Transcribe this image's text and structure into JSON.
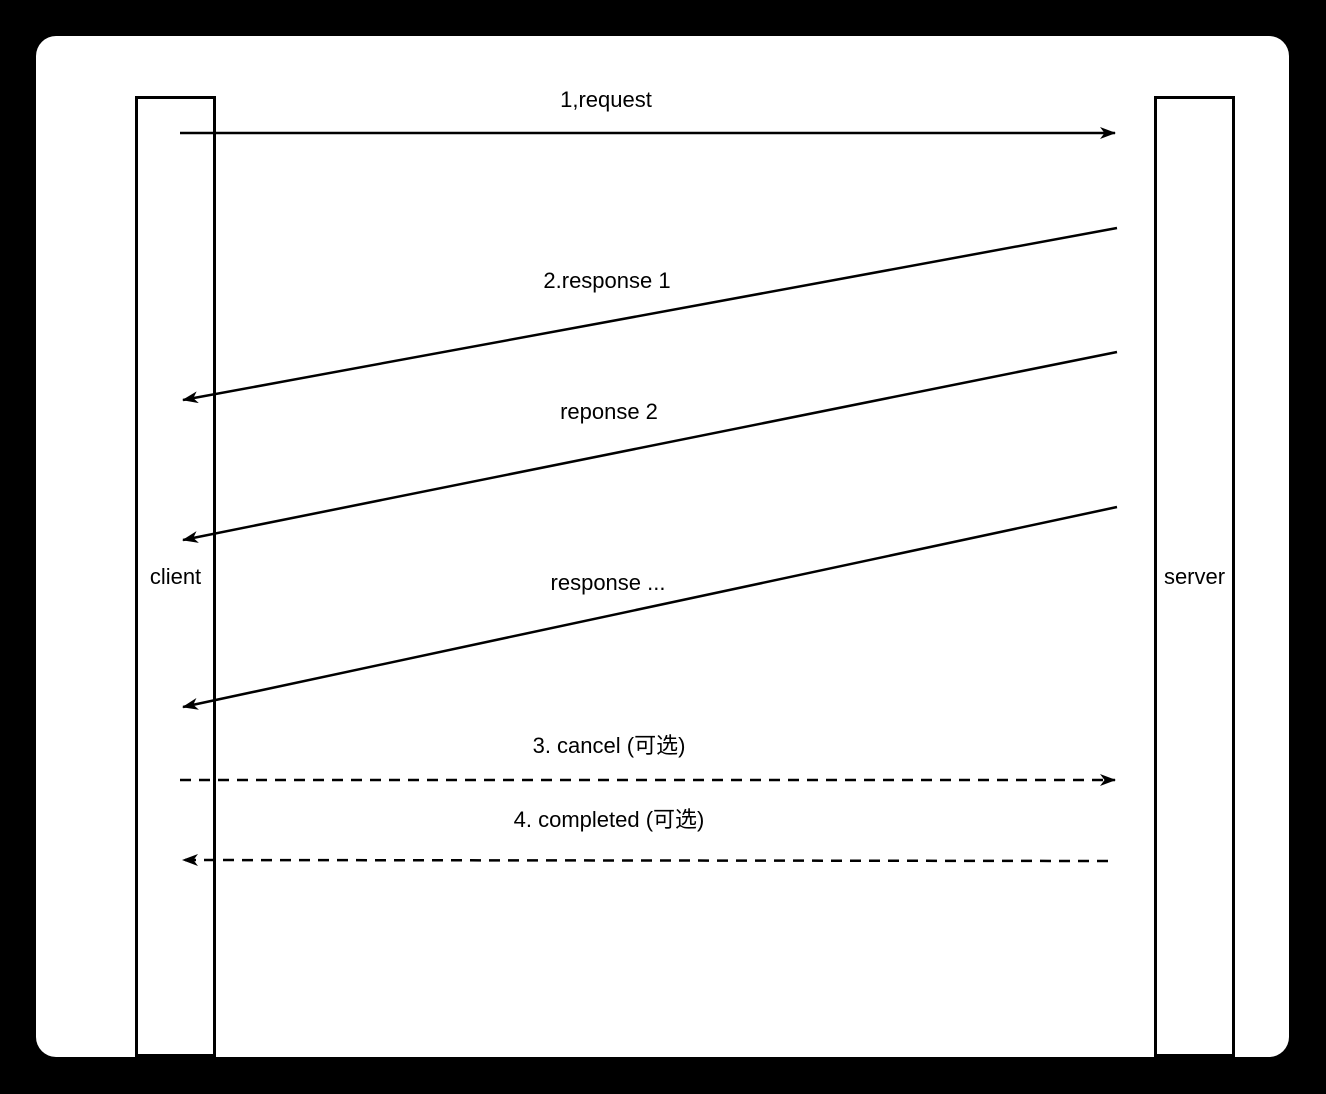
{
  "diagram": {
    "type": "sequence-diagram",
    "colors": {
      "page_background": "#000000",
      "canvas_background": "#ffffff",
      "stroke": "#000000",
      "text": "#000000"
    },
    "lifelines": [
      {
        "label": "client"
      },
      {
        "label": "server"
      }
    ],
    "messages": [
      {
        "label": "1,request",
        "from": "client",
        "to": "server",
        "line_style": "solid"
      },
      {
        "label": "2.response 1",
        "from": "server",
        "to": "client",
        "line_style": "solid"
      },
      {
        "label": "reponse 2",
        "from": "server",
        "to": "client",
        "line_style": "solid"
      },
      {
        "label": "response ...",
        "from": "server",
        "to": "client",
        "line_style": "solid"
      },
      {
        "label": "3. cancel (可选)",
        "from": "client",
        "to": "server",
        "line_style": "dashed"
      },
      {
        "label": "4. completed (可选)",
        "from": "server",
        "to": "client",
        "line_style": "dashed"
      }
    ]
  }
}
